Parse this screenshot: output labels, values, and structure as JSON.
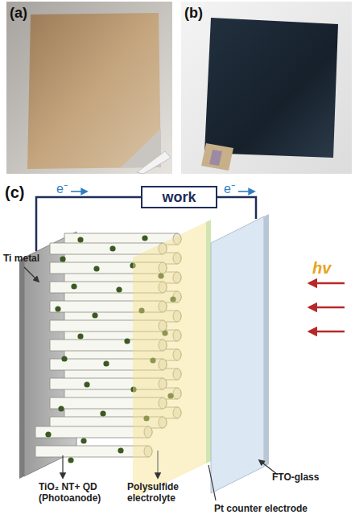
{
  "diagram": {
    "nodes": [
      {
        "text": [
          "work"
        ]
      }
    ],
    "labels": [
      "(a)",
      "(b)",
      "(c)",
      "e⁻",
      "e⁻",
      "Ti metal",
      "hv",
      "TiO₂ NT+ QD (Photoanode)",
      "Polysulfide electrolyte",
      "Pt counter electrode",
      "FTO-glass"
    ]
  }
}
